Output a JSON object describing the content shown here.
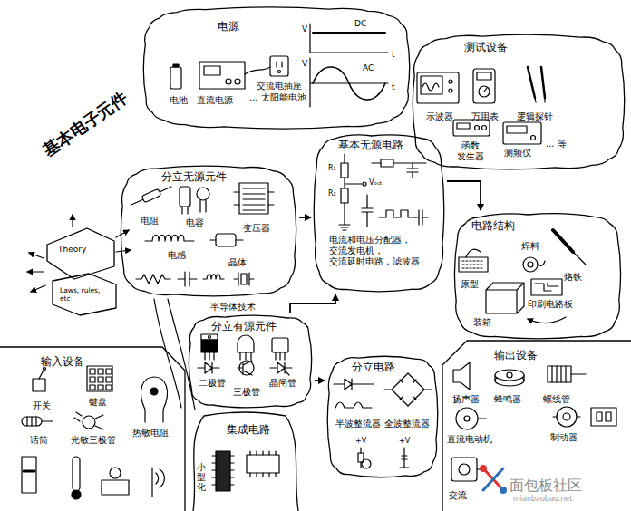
{
  "diagram": {
    "title": "基本电子元件",
    "nodes": [
      {
        "text": [
          "电源",
          "电池",
          "直流电源",
          "交流电插座",
          "... 太阳能电池",
          "V",
          "DC",
          "t",
          "V",
          "AC",
          "t"
        ]
      },
      {
        "text": [
          "测试设备",
          "示波器",
          "万用表",
          "逻辑探针",
          "函数 发生器",
          "测频仪",
          "... 等"
        ]
      },
      {
        "text": [
          "基本无源电路",
          "R₁",
          "R₂",
          "Vₒᵤₜ",
          "电流和电压分配器， 交流发电机， 交流延时电路，滤波器"
        ]
      },
      {
        "text": [
          "分立无源元件",
          "电阻",
          "电容",
          "变压器",
          "电感",
          "晶体"
        ]
      },
      {
        "text": [
          "电路结构",
          "焊料",
          "原型",
          "烙铁",
          "印刷电路板",
          "装箱"
        ]
      },
      {
        "text": [
          "分立有源元件",
          "二极管",
          "三极管",
          "晶闸管"
        ]
      },
      {
        "text": [
          "分立电路",
          "半波整流器",
          "全波整流器",
          "+V",
          "+V"
        ]
      },
      {
        "text": [
          "输入设备",
          "开关",
          "键盘",
          "话筒",
          "光敏三极管",
          "热敏电阻"
        ]
      },
      {
        "text": [
          "输出设备",
          "扬声器",
          "蜂鸣器",
          "螺线管",
          "直流电动机",
          "制动器",
          "交流"
        ]
      },
      {
        "text": [
          "集成电路",
          "小型化"
        ]
      },
      {
        "text": [
          "Theory",
          "Laws, rules, etc"
        ]
      }
    ],
    "edges": [
      {
        "from": 3,
        "to": 2,
        "arrow": "to"
      },
      {
        "from": 2,
        "to": 4,
        "arrow": "to"
      },
      {
        "from": 5,
        "to": 6,
        "arrow": "to"
      },
      {
        "from": 5,
        "to": 2,
        "arrow": "to"
      }
    ],
    "labels": [
      "半导体技术",
      "面包板社区",
      "mianbaobao.net"
    ]
  }
}
